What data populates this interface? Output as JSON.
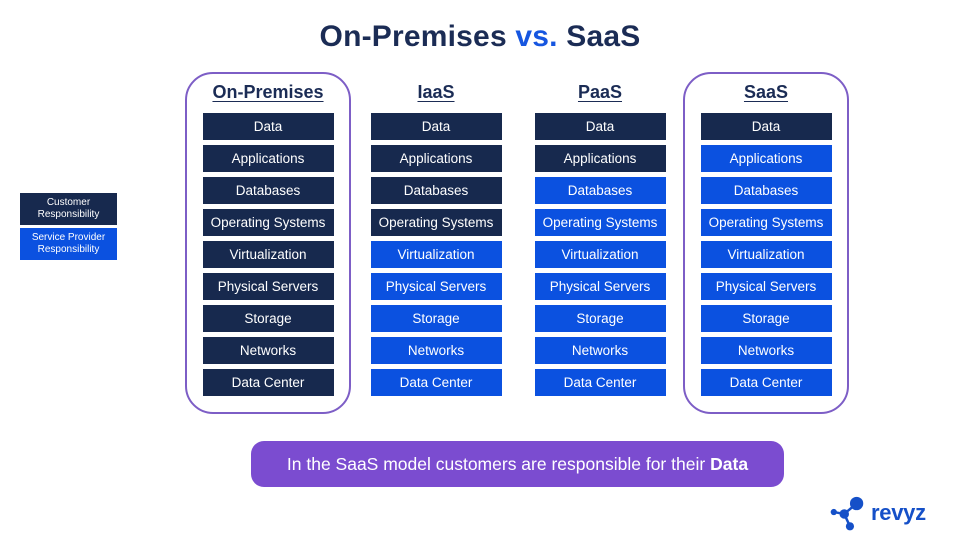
{
  "title": {
    "prefix": "On-Premises",
    "vs": "vs.",
    "suffix": "SaaS"
  },
  "legend": {
    "customer_label": "Customer Responsibility",
    "provider_label": "Service Provider Responsibility"
  },
  "rows": [
    "Data",
    "Applications",
    "Databases",
    "Operating Systems",
    "Virtualization",
    "Physical Servers",
    "Storage",
    "Networks",
    "Data Center"
  ],
  "columns": [
    {
      "title": "On-Premises",
      "highlighted": true,
      "customer_rows": 9
    },
    {
      "title": "IaaS",
      "highlighted": false,
      "customer_rows": 4
    },
    {
      "title": "PaaS",
      "highlighted": false,
      "customer_rows": 2
    },
    {
      "title": "SaaS",
      "highlighted": true,
      "customer_rows": 1
    }
  ],
  "banner": {
    "text": "In the SaaS model customers are responsible for their",
    "bold_word": "Data"
  },
  "logo": {
    "text": "revyz",
    "icon": "molecule-icon"
  },
  "colors": {
    "customer": "#17294E",
    "provider": "#0B51E0",
    "highlight_border": "#7D5EC6",
    "banner_bg": "#7B4CD0",
    "title_dark": "#1B2C55",
    "title_accent": "#1656E0",
    "logo_blue": "#1550C8"
  }
}
